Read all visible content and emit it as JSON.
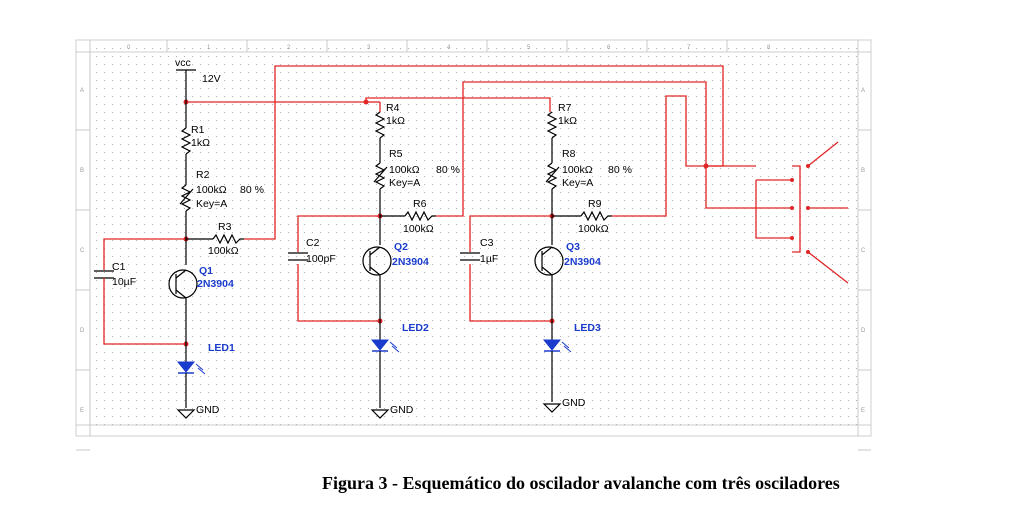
{
  "supply": {
    "name": "vcc",
    "voltage": "12V"
  },
  "ground_label": "GND",
  "components": {
    "R1": {
      "name": "R1",
      "value": "1kΩ"
    },
    "R2": {
      "name": "R2",
      "value": "100kΩ",
      "setting": "80 %",
      "key": "Key=A"
    },
    "R3": {
      "name": "R3",
      "value": "100kΩ"
    },
    "R4": {
      "name": "R4",
      "value": "1kΩ"
    },
    "R5": {
      "name": "R5",
      "value": "100kΩ",
      "setting": "80 %",
      "key": "Key=A"
    },
    "R6": {
      "name": "R6",
      "value": "100kΩ"
    },
    "R7": {
      "name": "R7",
      "value": "1kΩ"
    },
    "R8": {
      "name": "R8",
      "value": "100kΩ",
      "setting": "80 %",
      "key": "Key=A"
    },
    "R9": {
      "name": "R9",
      "value": "100kΩ"
    },
    "C1": {
      "name": "C1",
      "value": "10µF"
    },
    "C2": {
      "name": "C2",
      "value": "100pF"
    },
    "C3": {
      "name": "C3",
      "value": "1µF"
    },
    "Q1": {
      "name": "Q1",
      "part": "2N3904"
    },
    "Q2": {
      "name": "Q2",
      "part": "2N3904"
    },
    "Q3": {
      "name": "Q3",
      "part": "2N3904"
    },
    "LED1": {
      "name": "LED1"
    },
    "LED2": {
      "name": "LED2"
    },
    "LED3": {
      "name": "LED3"
    }
  },
  "border": {
    "columns": [
      "0",
      "1",
      "2",
      "3",
      "4",
      "5",
      "6",
      "7",
      "8"
    ],
    "rows": [
      "A",
      "B",
      "C",
      "D",
      "E"
    ]
  },
  "colors": {
    "wire": "#e22424",
    "part_label": "#1a3ccc",
    "grid_dot": "#9a9a9a"
  },
  "caption": "Figura 3 - Esquemático do oscilador avalanche com três osciladores"
}
